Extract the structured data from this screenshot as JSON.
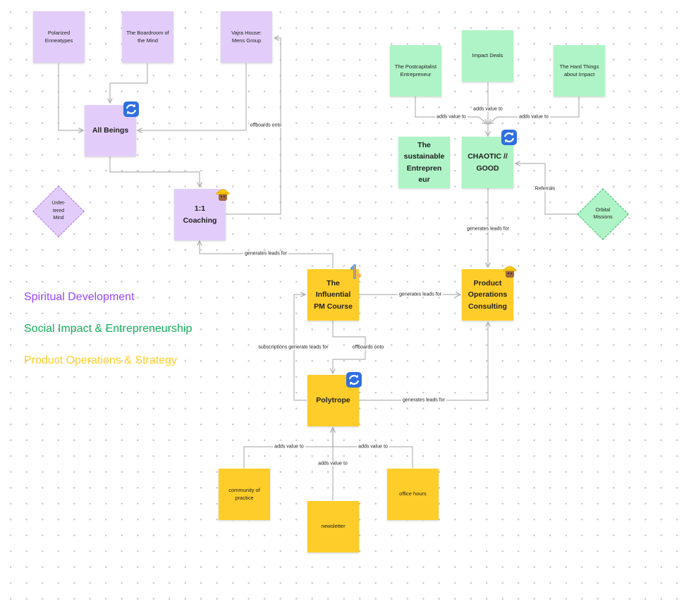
{
  "colors": {
    "spiritual": "#9747ff",
    "social": "#14ae5c",
    "product": "#ffcd29",
    "purple_note": "#e2cdfa",
    "green_note": "#aff4c6",
    "yellow_note": "#ffcd29",
    "connector": "#b3b3b3"
  },
  "legend": {
    "spiritual": "Spiritual Development",
    "social": "Social Impact & Entrepreneurship",
    "product": "Product Operations & Strategy"
  },
  "nodes": {
    "polarized": "Polarized\nEnneatypes",
    "boardroom": "The Boardroom of\nthe Mind",
    "vajra": "Vajra House:\nMens Group",
    "all_beings": "All Beings",
    "coaching": "1:1 Coaching",
    "unfettered": "Unfet-\ntered\nMind",
    "postcapitalist": "The Postcapitalist\nEntrepreneur",
    "impact_deals": "Impact Deals",
    "hard_things": "The Hard Things\nabout Impact",
    "sustainable": "The\nsustainable\nEntrepren\neur",
    "chaotic": "CHAOTIC //\nGOOD",
    "orbital": "Orbital\nMissions",
    "influential": "The\nInfluential\nPM Course",
    "product_ops": "Product\nOperations\nConsulting",
    "polytrope": "Polytrope",
    "community": "community of\npractice",
    "newsletter": "newsletter",
    "office_hours": "office hours"
  },
  "edges": {
    "offboards_onto_vajra": "offboards onto",
    "adds_value_postcap": "adds value to",
    "adds_value_impact": "adds value to",
    "adds_value_hard": "adds value to",
    "referrals": "Referrals",
    "gen_leads_chaotic": "generates leads for",
    "gen_leads_coaching": "generates leads for",
    "gen_leads_influential": "generates leads for",
    "subscriptions": "subscriptions generate leads for",
    "offboards_onto_poly": "offboards onto",
    "gen_leads_poly": "generates leads for",
    "adds_value_community": "adds value to",
    "adds_value_newsletter": "adds value to",
    "adds_value_office": "adds value to"
  },
  "badges": {
    "all_beings": "sync-icon",
    "chaotic": "sync-icon",
    "polytrope": "sync-icon",
    "coaching": "hardhat-worker-icon",
    "product_ops": "hardhat-worker-icon",
    "influential": "number-one-icon"
  }
}
